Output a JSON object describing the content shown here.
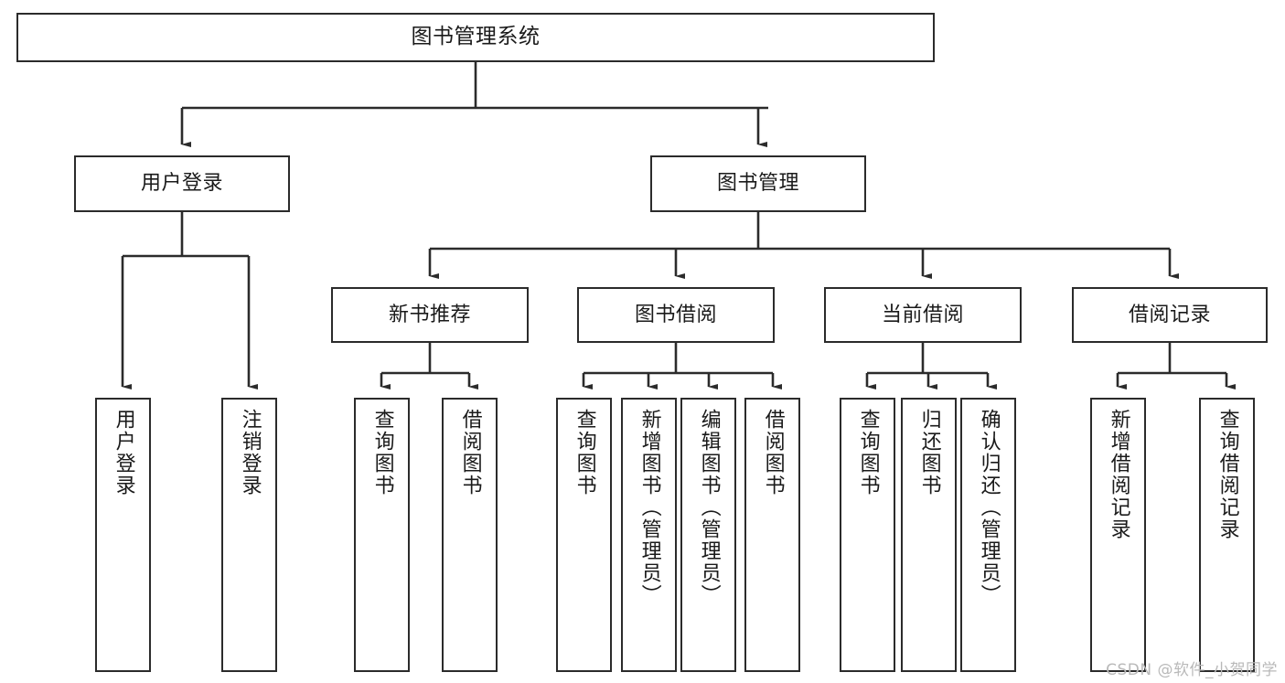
{
  "diagram": {
    "title": "图书管理系统",
    "type": "tree",
    "watermark": "CSDN @软件_小贺同学",
    "colors": {
      "box_border": "#2b2b2b",
      "box_fill": "#ffffff",
      "connector": "#2b2b2b",
      "text": "#1a1a1a",
      "watermark": "#b9b9b9"
    },
    "levels": {
      "root": [
        "图书管理系统"
      ],
      "level2": [
        "用户登录",
        "图书管理"
      ],
      "level3": [
        "新书推荐",
        "图书借阅",
        "当前借阅",
        "借阅记录"
      ],
      "leaves": [
        "用户登录",
        "注销登录",
        "查询图书",
        "借阅图书",
        "查询图书",
        "新增图书（管理员）",
        "编辑图书（管理员）",
        "借阅图书",
        "查询图书",
        "归还图书",
        "确认归还（管理员）",
        "新增借阅记录",
        "查询借阅记录"
      ]
    }
  },
  "nodes": {
    "root": {
      "label": "图书管理系统"
    },
    "user_login": {
      "label": "用户登录"
    },
    "book_manage": {
      "label": "图书管理"
    },
    "new_book_rec": {
      "label": "新书推荐"
    },
    "book_borrow": {
      "label": "图书借阅"
    },
    "current_borrow": {
      "label": "当前借阅"
    },
    "borrow_record": {
      "label": "借阅记录"
    },
    "leaf_user_login": {
      "label": "用户登录"
    },
    "leaf_logout": {
      "label": "注销登录"
    },
    "leaf_query_book_a": {
      "label": "查询图书"
    },
    "leaf_borrow_book_a": {
      "label": "借阅图书"
    },
    "leaf_query_book_b": {
      "label": "查询图书"
    },
    "leaf_add_book": {
      "label": "新增图书（管理员）"
    },
    "leaf_edit_book": {
      "label": "编辑图书（管理员）"
    },
    "leaf_borrow_book_b": {
      "label": "借阅图书"
    },
    "leaf_query_book_c": {
      "label": "查询图书"
    },
    "leaf_return_book": {
      "label": "归还图书"
    },
    "leaf_confirm_return": {
      "label": "确认归还（管理员）"
    },
    "leaf_add_record": {
      "label": "新增借阅记录"
    },
    "leaf_query_record": {
      "label": "查询借阅记录"
    }
  }
}
